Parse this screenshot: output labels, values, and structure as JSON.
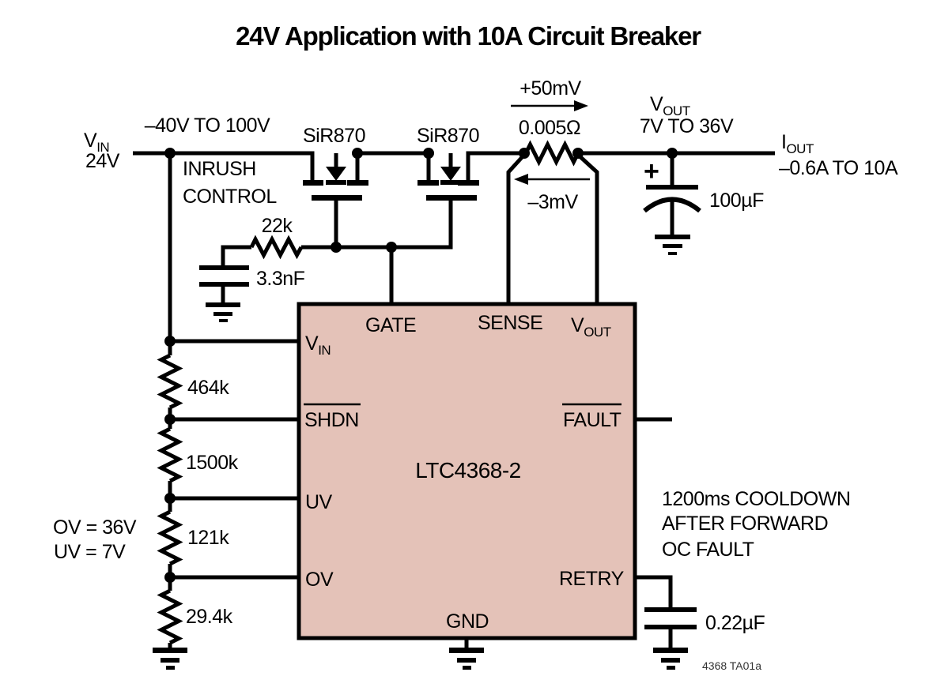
{
  "title": "24V Application with 10A Circuit Breaker",
  "colors": {
    "ic_fill": "#e4c2b8",
    "wire": "#000000",
    "background": "#ffffff"
  },
  "input": {
    "name_main": "V",
    "name_sub": "IN",
    "value": "24V",
    "range": "–40V TO 100V",
    "inrush_line1": "INRUSH",
    "inrush_line2": "CONTROL"
  },
  "transistors": {
    "q1": "SiR870",
    "q2": "SiR870"
  },
  "gate_rc": {
    "resistor": "22k",
    "capacitor": "3.3nF"
  },
  "sense_resistor": {
    "forward_threshold": "+50mV",
    "value": "0.005Ω",
    "reverse_threshold": "–3mV"
  },
  "output": {
    "name_main": "V",
    "name_sub": "OUT",
    "range": "7V TO 36V",
    "cap_plus": "+",
    "capacitor": "100µF",
    "current_main": "I",
    "current_sub": "OUT",
    "current_range": "–0.6A TO 10A"
  },
  "ic": {
    "part_number": "LTC4368-2",
    "pins": {
      "vin_main": "V",
      "vin_sub": "IN",
      "shdn": "SHDN",
      "uv": "UV",
      "ov": "OV",
      "gate": "GATE",
      "sense": "SENSE",
      "vout_main": "V",
      "vout_sub": "OUT",
      "fault": "FAULT",
      "retry": "RETRY",
      "gnd": "GND"
    }
  },
  "divider": {
    "r1": "464k",
    "r2": "1500k",
    "r3": "121k",
    "r4": "29.4k",
    "ov_setting": "OV = 36V",
    "uv_setting": "UV = 7V"
  },
  "retry_cap": "0.22µF",
  "fault_note": {
    "line1": "1200ms COOLDOWN",
    "line2": "AFTER FORWARD",
    "line3": "OC FAULT"
  },
  "figure_id": "4368 TA01a"
}
